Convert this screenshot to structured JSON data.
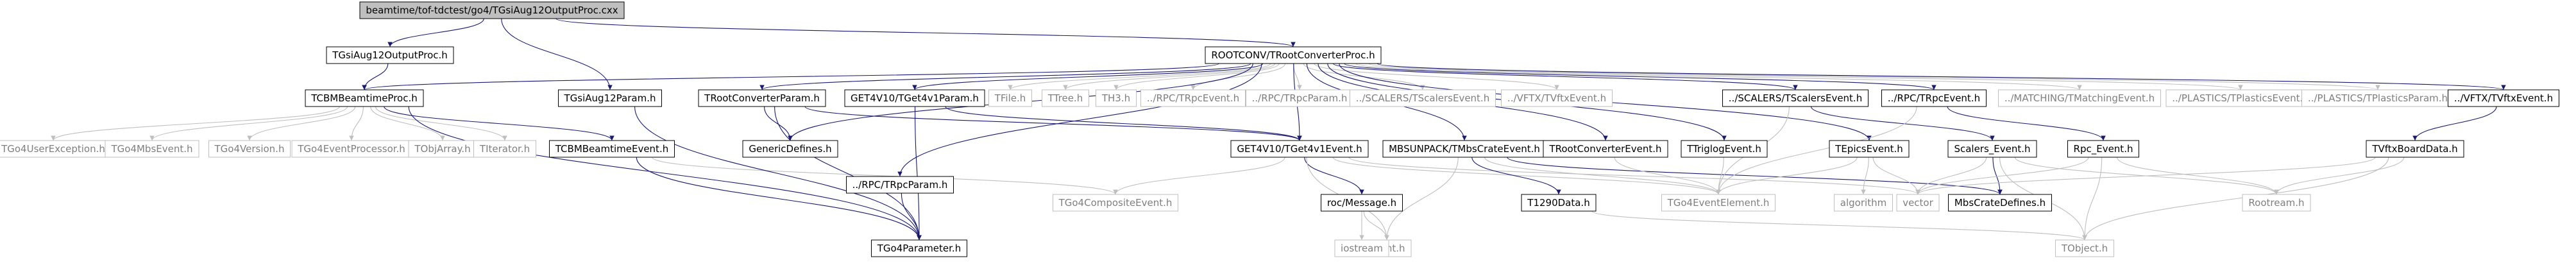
{
  "colors": {
    "node_fill": "#ffffff",
    "node_stroke": "#000000",
    "node_text": "#000000",
    "root_fill": "#bfbfbf",
    "external_stroke": "#bfbfbf",
    "external_text": "#7f7f7f",
    "edge": "#191970",
    "external_edge": "#bfbfbf"
  },
  "nodes": [
    {
      "id": "root",
      "label": "beamtime/tof-tdctest/go4/TGsiAug12OutputProc.cxx",
      "kind": "root"
    },
    {
      "id": "TGsiAug12OutputProc_h",
      "label": "TGsiAug12OutputProc.h",
      "kind": "local"
    },
    {
      "id": "TCBMBeamtimeProc_h",
      "label": "TCBMBeamtimeProc.h",
      "kind": "local"
    },
    {
      "id": "ROOTCONV_TRootConverterProc_h",
      "label": "ROOTCONV/TRootConverterProc.h",
      "kind": "local"
    },
    {
      "id": "TGsiAug12Param_h",
      "label": "TGsiAug12Param.h",
      "kind": "local"
    },
    {
      "id": "TGo4UserException_h",
      "label": "TGo4UserException.h",
      "kind": "external"
    },
    {
      "id": "TGo4MbsEvent_h",
      "label": "TGo4MbsEvent.h",
      "kind": "external"
    },
    {
      "id": "TGo4Version_h",
      "label": "TGo4Version.h",
      "kind": "external"
    },
    {
      "id": "TGo4EventProcessor_h",
      "label": "TGo4EventProcessor.h",
      "kind": "external"
    },
    {
      "id": "TObjArray_h",
      "label": "TObjArray.h",
      "kind": "external"
    },
    {
      "id": "TIterator_h",
      "label": "TIterator.h",
      "kind": "external"
    },
    {
      "id": "TCBMBeamtimeEvent_h",
      "label": "TCBMBeamtimeEvent.h",
      "kind": "local"
    },
    {
      "id": "TRootConverterParam_h",
      "label": "TRootConverterParam.h",
      "kind": "local"
    },
    {
      "id": "GenericDefines_h",
      "label": "GenericDefines.h",
      "kind": "local"
    },
    {
      "id": "RPC_TRpcParam_h_a",
      "label": "../RPC/TRpcParam.h",
      "kind": "local"
    },
    {
      "id": "TGo4Parameter_h",
      "label": "TGo4Parameter.h",
      "kind": "local"
    },
    {
      "id": "GET4V10_TGet4v1Param_h",
      "label": "GET4V10/TGet4v1Param.h",
      "kind": "local"
    },
    {
      "id": "TFile_h",
      "label": "TFile.h",
      "kind": "external"
    },
    {
      "id": "TTree_h",
      "label": "TTree.h",
      "kind": "external"
    },
    {
      "id": "TH3_h",
      "label": "TH3.h",
      "kind": "external"
    },
    {
      "id": "RPC_TRpcEvent_h_a",
      "label": "../RPC/TRpcEvent.h",
      "kind": "external"
    },
    {
      "id": "RPC_TRpcParam_h_b",
      "label": "../RPC/TRpcParam.h",
      "kind": "external"
    },
    {
      "id": "SCALERS_TScalersEvent_h_a",
      "label": "../SCALERS/TScalersEvent.h",
      "kind": "external"
    },
    {
      "id": "VFTX_TVftxEvent_h_a",
      "label": "../VFTX/TVftxEvent.h",
      "kind": "external"
    },
    {
      "id": "SCALERS_TScalersEvent_h_b",
      "label": "../SCALERS/TScalersEvent.h",
      "kind": "local"
    },
    {
      "id": "RPC_TRpcEvent_h_b",
      "label": "../RPC/TRpcEvent.h",
      "kind": "local"
    },
    {
      "id": "MATCHING_TMatchingEvent_h",
      "label": "../MATCHING/TMatchingEvent.h",
      "kind": "external"
    },
    {
      "id": "PLASTICS_TPlasticsEvent_h",
      "label": "../PLASTICS/TPlasticsEvent.h",
      "kind": "external"
    },
    {
      "id": "PLASTICS_TPlasticsParam_h",
      "label": "../PLASTICS/TPlasticsParam.h",
      "kind": "external"
    },
    {
      "id": "VFTX_TVftxEvent_h_b",
      "label": "../VFTX/TVftxEvent.h",
      "kind": "local"
    },
    {
      "id": "GET4V10_TGet4v1Event_h",
      "label": "GET4V10/TGet4v1Event.h",
      "kind": "local"
    },
    {
      "id": "MBSUNPACK_TMbsCrateEvent_h",
      "label": "MBSUNPACK/TMbsCrateEvent.h",
      "kind": "local"
    },
    {
      "id": "TRootConverterEvent_h",
      "label": "TRootConverterEvent.h",
      "kind": "local"
    },
    {
      "id": "TTriglogEvent_h",
      "label": "TTriglogEvent.h",
      "kind": "local"
    },
    {
      "id": "TEpicsEvent_h",
      "label": "TEpicsEvent.h",
      "kind": "local"
    },
    {
      "id": "Scalers_Event_h",
      "label": "Scalers_Event.h",
      "kind": "local"
    },
    {
      "id": "Rpc_Event_h",
      "label": "Rpc_Event.h",
      "kind": "local"
    },
    {
      "id": "TVftxBoardData_h",
      "label": "TVftxBoardData.h",
      "kind": "local"
    },
    {
      "id": "TGo4CompositeEvent_h",
      "label": "TGo4CompositeEvent.h",
      "kind": "external"
    },
    {
      "id": "roc_Message_h",
      "label": "roc/Message.h",
      "kind": "local"
    },
    {
      "id": "stdint_h",
      "label": "stdint.h",
      "kind": "external"
    },
    {
      "id": "T1290Data_h",
      "label": "T1290Data.h",
      "kind": "local"
    },
    {
      "id": "TGo4EventElement_h",
      "label": "TGo4EventElement.h",
      "kind": "external"
    },
    {
      "id": "algorithm",
      "label": "algorithm",
      "kind": "external"
    },
    {
      "id": "vector",
      "label": "vector",
      "kind": "external"
    },
    {
      "id": "MbsCrateDefines_h",
      "label": "MbsCrateDefines.h",
      "kind": "local"
    },
    {
      "id": "Rootream_h",
      "label": "Rootream.h",
      "kind": "external"
    },
    {
      "id": "iostream",
      "label": "iostream",
      "kind": "external"
    },
    {
      "id": "TObject_h",
      "label": "TObject.h",
      "kind": "external"
    }
  ],
  "edges": [
    [
      "root",
      "TGsiAug12OutputProc_h"
    ],
    [
      "root",
      "ROOTCONV_TRootConverterProc_h"
    ],
    [
      "root",
      "TGsiAug12Param_h"
    ],
    [
      "TGsiAug12OutputProc_h",
      "TCBMBeamtimeProc_h"
    ],
    [
      "TCBMBeamtimeProc_h",
      "TGo4UserException_h"
    ],
    [
      "TCBMBeamtimeProc_h",
      "TGo4MbsEvent_h"
    ],
    [
      "TCBMBeamtimeProc_h",
      "TGo4Version_h"
    ],
    [
      "TCBMBeamtimeProc_h",
      "TGo4EventProcessor_h"
    ],
    [
      "TCBMBeamtimeProc_h",
      "TObjArray_h"
    ],
    [
      "TCBMBeamtimeProc_h",
      "TIterator_h"
    ],
    [
      "TCBMBeamtimeProc_h",
      "TCBMBeamtimeEvent_h"
    ],
    [
      "TCBMBeamtimeProc_h",
      "TGo4Parameter_h"
    ],
    [
      "TCBMBeamtimeEvent_h",
      "TGo4CompositeEvent_h"
    ],
    [
      "TCBMBeamtimeEvent_h",
      "TGo4Parameter_h"
    ],
    [
      "TGsiAug12Param_h",
      "TGo4Parameter_h"
    ],
    [
      "ROOTCONV_TRootConverterProc_h",
      "TCBMBeamtimeProc_h"
    ],
    [
      "ROOTCONV_TRootConverterProc_h",
      "TRootConverterParam_h"
    ],
    [
      "ROOTCONV_TRootConverterProc_h",
      "GET4V10_TGet4v1Param_h"
    ],
    [
      "ROOTCONV_TRootConverterProc_h",
      "TFile_h"
    ],
    [
      "ROOTCONV_TRootConverterProc_h",
      "TTree_h"
    ],
    [
      "ROOTCONV_TRootConverterProc_h",
      "TH3_h"
    ],
    [
      "ROOTCONV_TRootConverterProc_h",
      "RPC_TRpcEvent_h_a"
    ],
    [
      "ROOTCONV_TRootConverterProc_h",
      "RPC_TRpcParam_h_b"
    ],
    [
      "ROOTCONV_TRootConverterProc_h",
      "SCALERS_TScalersEvent_h_a"
    ],
    [
      "ROOTCONV_TRootConverterProc_h",
      "VFTX_TVftxEvent_h_a"
    ],
    [
      "ROOTCONV_TRootConverterProc_h",
      "SCALERS_TScalersEvent_h_b"
    ],
    [
      "ROOTCONV_TRootConverterProc_h",
      "RPC_TRpcEvent_h_b"
    ],
    [
      "ROOTCONV_TRootConverterProc_h",
      "MATCHING_TMatchingEvent_h"
    ],
    [
      "ROOTCONV_TRootConverterProc_h",
      "PLASTICS_TPlasticsEvent_h"
    ],
    [
      "ROOTCONV_TRootConverterProc_h",
      "PLASTICS_TPlasticsParam_h"
    ],
    [
      "ROOTCONV_TRootConverterProc_h",
      "VFTX_TVftxEvent_h_b"
    ],
    [
      "ROOTCONV_TRootConverterProc_h",
      "GET4V10_TGet4v1Event_h"
    ],
    [
      "ROOTCONV_TRootConverterProc_h",
      "MBSUNPACK_TMbsCrateEvent_h"
    ],
    [
      "ROOTCONV_TRootConverterProc_h",
      "TRootConverterEvent_h"
    ],
    [
      "ROOTCONV_TRootConverterProc_h",
      "TTriglogEvent_h"
    ],
    [
      "ROOTCONV_TRootConverterProc_h",
      "TEpicsEvent_h"
    ],
    [
      "ROOTCONV_TRootConverterProc_h",
      "GenericDefines_h"
    ],
    [
      "ROOTCONV_TRootConverterProc_h",
      "RPC_TRpcParam_h_a"
    ],
    [
      "TRootConverterParam_h",
      "GenericDefines_h"
    ],
    [
      "TRootConverterParam_h",
      "TGo4Parameter_h"
    ],
    [
      "TRootConverterParam_h",
      "GET4V10_TGet4v1Event_h"
    ],
    [
      "RPC_TRpcParam_h_a",
      "TGo4Parameter_h"
    ],
    [
      "GET4V10_TGet4v1Param_h",
      "TGo4Parameter_h"
    ],
    [
      "GET4V10_TGet4v1Param_h",
      "GET4V10_TGet4v1Event_h"
    ],
    [
      "GET4V10_TGet4v1Event_h",
      "TGo4CompositeEvent_h"
    ],
    [
      "GET4V10_TGet4v1Event_h",
      "roc_Message_h"
    ],
    [
      "GET4V10_TGet4v1Event_h",
      "stdint_h"
    ],
    [
      "GET4V10_TGet4v1Event_h",
      "TGo4EventElement_h"
    ],
    [
      "GET4V10_TGet4v1Event_h",
      "vector"
    ],
    [
      "roc_Message_h",
      "iostream"
    ],
    [
      "roc_Message_h",
      "stdint_h"
    ],
    [
      "MBSUNPACK_TMbsCrateEvent_h",
      "T1290Data_h"
    ],
    [
      "MBSUNPACK_TMbsCrateEvent_h",
      "TGo4EventElement_h"
    ],
    [
      "MBSUNPACK_TMbsCrateEvent_h",
      "stdint_h"
    ],
    [
      "MBSUNPACK_TMbsCrateEvent_h",
      "MbsCrateDefines_h"
    ],
    [
      "T1290Data_h",
      "TObject_h"
    ],
    [
      "TRootConverterEvent_h",
      "TGo4EventElement_h"
    ],
    [
      "TTriglogEvent_h",
      "TGo4EventElement_h"
    ],
    [
      "SCALERS_TScalersEvent_h_b",
      "TGo4EventElement_h"
    ],
    [
      "SCALERS_TScalersEvent_h_b",
      "Scalers_Event_h"
    ],
    [
      "RPC_TRpcEvent_h_b",
      "TGo4EventElement_h"
    ],
    [
      "RPC_TRpcEvent_h_b",
      "Rpc_Event_h"
    ],
    [
      "TEpicsEvent_h",
      "TGo4EventElement_h"
    ],
    [
      "TEpicsEvent_h",
      "algorithm"
    ],
    [
      "TEpicsEvent_h",
      "vector"
    ],
    [
      "Scalers_Event_h",
      "vector"
    ],
    [
      "Scalers_Event_h",
      "MbsCrateDefines_h"
    ],
    [
      "Scalers_Event_h",
      "Rootream_h"
    ],
    [
      "Scalers_Event_h",
      "TObject_h"
    ],
    [
      "Rpc_Event_h",
      "vector"
    ],
    [
      "Rpc_Event_h",
      "Rootream_h"
    ],
    [
      "Rpc_Event_h",
      "TObject_h"
    ],
    [
      "VFTX_TVftxEvent_h_b",
      "TVftxBoardData_h"
    ],
    [
      "TVftxBoardData_h",
      "vector"
    ],
    [
      "TVftxBoardData_h",
      "Rootream_h"
    ],
    [
      "TVftxBoardData_h",
      "TObject_h"
    ]
  ]
}
